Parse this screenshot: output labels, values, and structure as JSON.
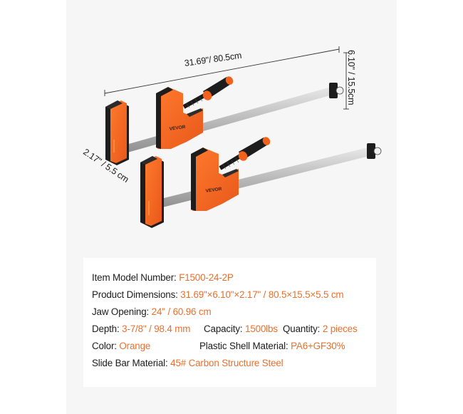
{
  "product": {
    "brand": "VEVOR",
    "illustration": "two-bar-clamps-icon",
    "dimensions_overlay": {
      "length": "31.69\"/ 80.5cm",
      "height": "6.10\" / 15.5cm",
      "width": "2.17\" / 5.5 cm"
    }
  },
  "colors": {
    "accent": "#e6702f",
    "clamp_orange": "#f2621c",
    "clamp_black": "#1d1d1d",
    "panel_bg": "#f6f6f6",
    "card_bg": "#ffffff",
    "text": "#1c1c1c"
  },
  "specs": {
    "model": {
      "label": "Item Model Number:",
      "value": "F1500-24-2P"
    },
    "dimensions": {
      "label": "Product Dimensions:",
      "value": "31.69\"×6.10\"×2.17\" / 80.5×15.5×5.5 cm"
    },
    "jaw_opening": {
      "label": "Jaw Opening:",
      "value": "24\" / 60.96 cm"
    },
    "depth": {
      "label": "Depth:",
      "value": "3-7/8\" / 98.4 mm"
    },
    "capacity": {
      "label": "Capacity:",
      "value": "1500lbs"
    },
    "quantity": {
      "label": "Quantity:",
      "value": "2 pieces"
    },
    "color": {
      "label": "Color:",
      "value": "Orange"
    },
    "shell_material": {
      "label": "Plastic Shell Material:",
      "value": "PA6+GF30%"
    },
    "bar_material": {
      "label": "Slide Bar Material:",
      "value": "45# Carbon Structure Steel"
    }
  }
}
